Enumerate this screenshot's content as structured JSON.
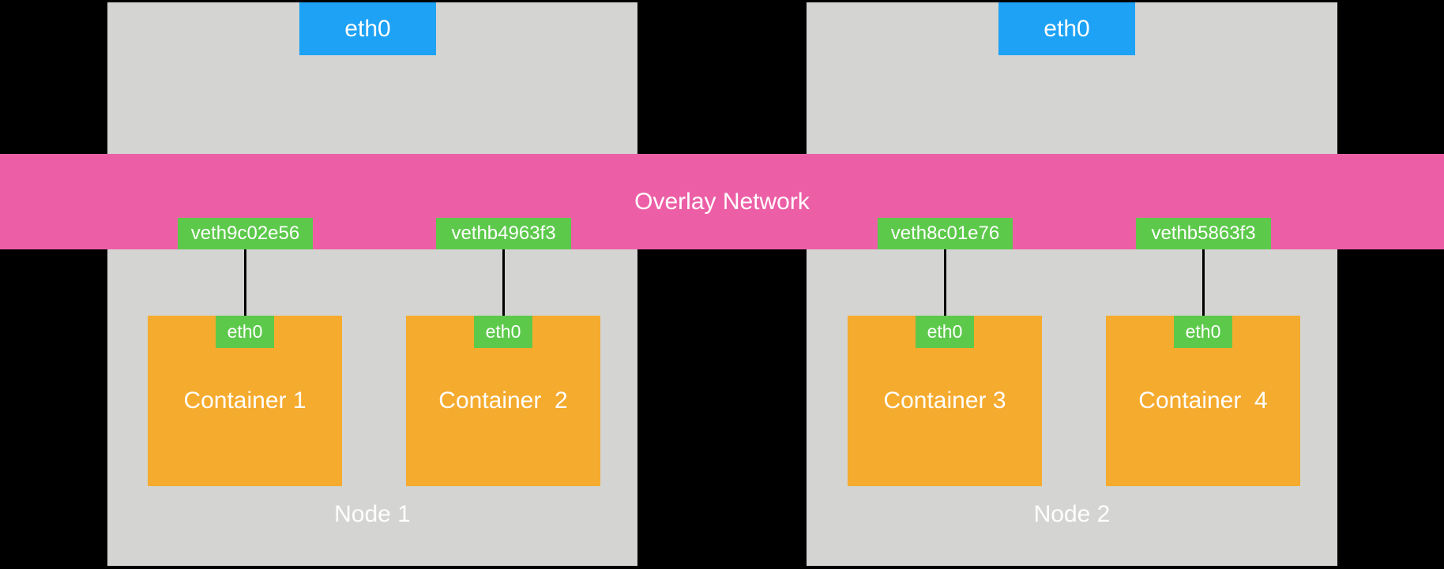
{
  "title": "Docker overlay network diagram",
  "colors": {
    "background": "#000000",
    "node_fill": "#D4D4D2",
    "host_interface_fill": "#1DA2F5",
    "overlay_fill": "#EC5FA6",
    "veth_fill": "#5DC94B",
    "container_fill": "#F5AB2E",
    "connector": "#000000",
    "text": "#FFFFFF"
  },
  "overlay": {
    "label": "Overlay Network"
  },
  "nodes": [
    {
      "label": "Node 1",
      "host_interface": "eth0",
      "containers": [
        {
          "name": "Container 1",
          "interface": "eth0",
          "veth": "veth9c02e56"
        },
        {
          "name": "Container  2",
          "interface": "eth0",
          "veth": "vethb4963f3"
        }
      ]
    },
    {
      "label": "Node 2",
      "host_interface": "eth0",
      "containers": [
        {
          "name": "Container 3",
          "interface": "eth0",
          "veth": "veth8c01e76"
        },
        {
          "name": "Container  4",
          "interface": "eth0",
          "veth": "vethb5863f3"
        }
      ]
    }
  ]
}
